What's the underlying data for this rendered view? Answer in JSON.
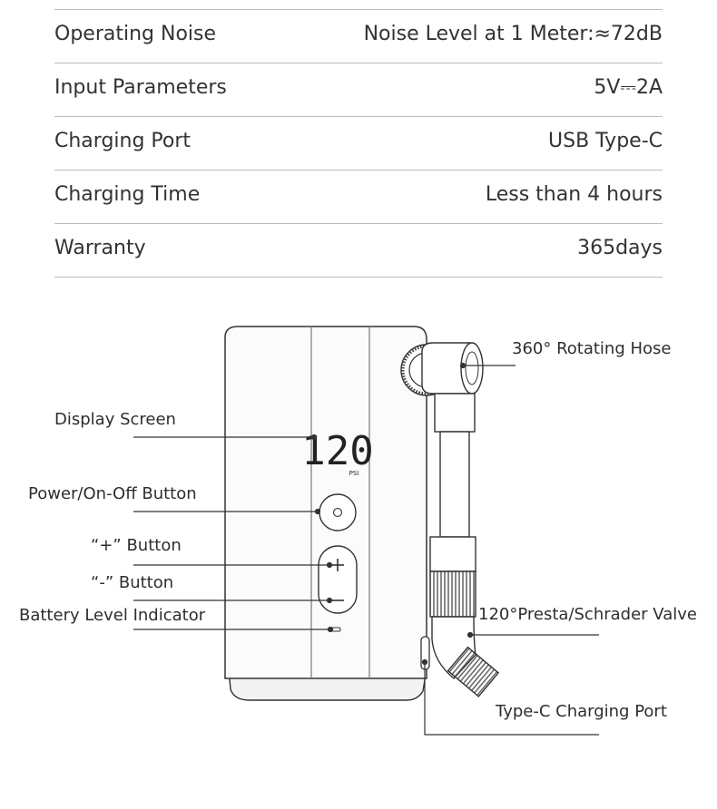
{
  "specs": [
    {
      "label": "Operating Noise",
      "value": "Noise Level at 1 Meter:≈72dB"
    },
    {
      "label": "Input Parameters",
      "value": "5V⎓2A"
    },
    {
      "label": "Charging Port",
      "value": "USB Type-C"
    },
    {
      "label": "Charging Time",
      "value": "Less than 4 hours"
    },
    {
      "label": "Warranty",
      "value": "365days"
    }
  ],
  "device": {
    "display_reading": "120",
    "display_unit": "PSI"
  },
  "callouts": {
    "display_screen": "Display Screen",
    "power_button": "Power/On-Off Button",
    "plus_button": "“+” Button",
    "minus_button": "“-” Button",
    "battery_indicator": "Battery Level Indicator",
    "rotating_hose": "360° Rotating Hose",
    "valve": "120°Presta/Schrader Valve",
    "charging_port": "Type-C Charging Port"
  }
}
